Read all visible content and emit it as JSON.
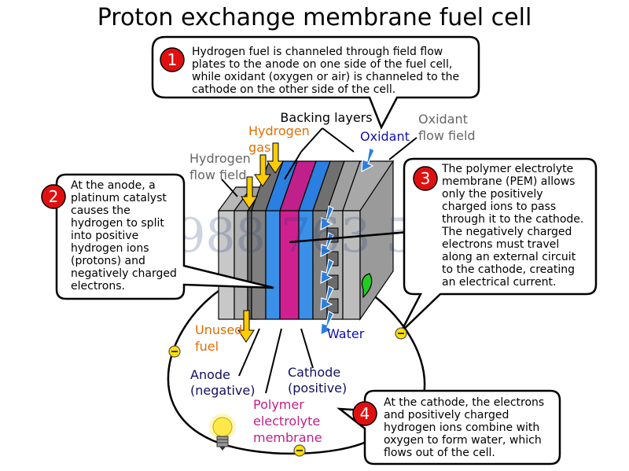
{
  "title": "Proton exchange membrane fuel cell",
  "watermark": "0988 763 573",
  "colors": {
    "orange": "#e07000",
    "blue": "#1010b0",
    "gray_label": "#666666",
    "magenta": "#c0208a",
    "navy": "#101060",
    "badge_red": "#e01010",
    "membrane_blue": "#3a8fe8",
    "membrane_magenta": "#d0208f"
  },
  "callouts": [
    {
      "number": "1",
      "lines": [
        "Hydrogen fuel is channeled through field flow",
        "plates to the anode on one side of the fuel cell,",
        "while oxidant (oxygen or air) is channeled to the",
        "cathode on the other side of the cell."
      ]
    },
    {
      "number": "2",
      "lines": [
        "At the anode, a",
        "platinum catalyst",
        "causes the",
        "hydrogen to split",
        "into positive",
        "hydrogen ions",
        "(protons) and",
        "negatively charged",
        "electrons."
      ]
    },
    {
      "number": "3",
      "lines": [
        "The polymer electrolyte",
        "membrane (PEM) allows",
        "only the positively",
        "charged ions to pass",
        "through it to the cathode.",
        "The negatively charged",
        "electrons must travel",
        "along an external circuit",
        "to the cathode, creating",
        "an electrical current."
      ]
    },
    {
      "number": "4",
      "lines": [
        "At the cathode, the electrons",
        "and positively charged",
        "hydrogen ions combine with",
        "oxygen to form water, which",
        "flows out of the cell."
      ]
    }
  ],
  "labels": {
    "backing_layers": "Backing layers",
    "hydrogen_gas": [
      "Hydrogen",
      "gas"
    ],
    "oxidant": "Oxidant",
    "oxidant_flow_field": [
      "Oxidant",
      "flow field"
    ],
    "hydrogen_flow_field": [
      "Hydrogen",
      "flow field"
    ],
    "unused_fuel": [
      "Unused",
      "fuel"
    ],
    "water": "Water",
    "anode": [
      "Anode",
      "(negative)"
    ],
    "cathode": [
      "Cathode",
      "(positive)"
    ],
    "pem": [
      "Polymer",
      "electrolyte",
      "membrane"
    ]
  },
  "icons": [
    "light-bulb-icon",
    "electron-icon",
    "hydrogen-arrow-icon",
    "oxidant-arrow-icon",
    "water-arrow-icon"
  ]
}
